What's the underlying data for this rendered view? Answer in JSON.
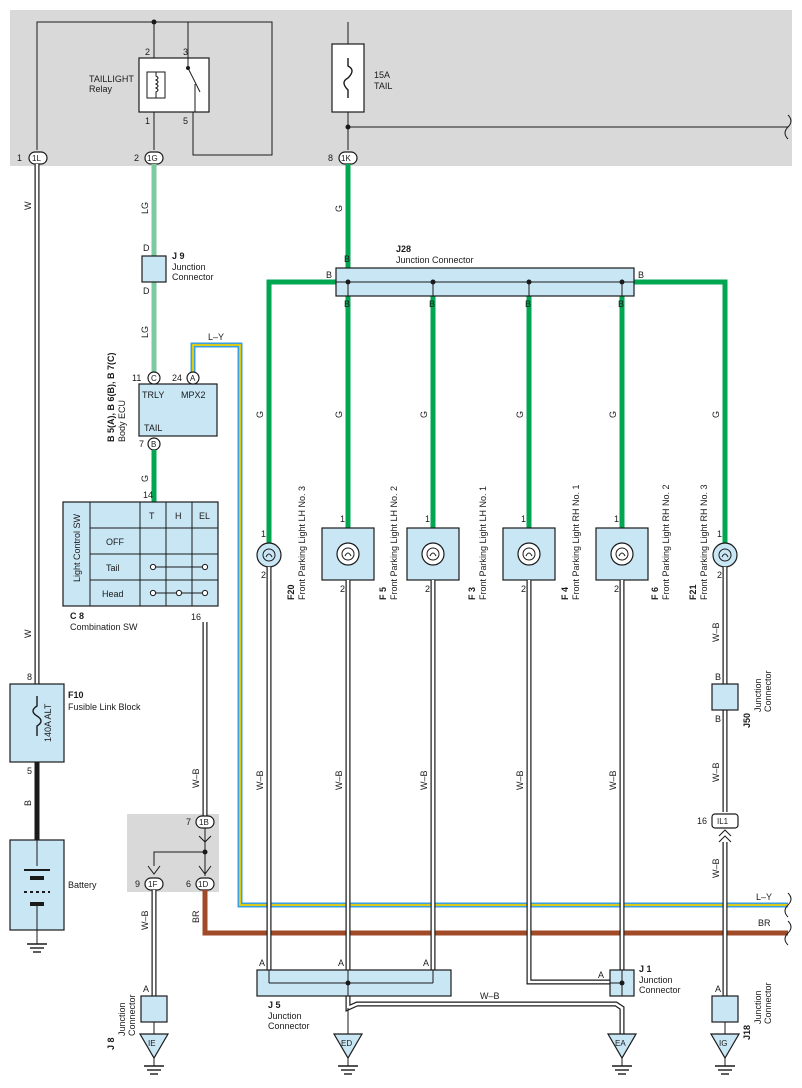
{
  "colors": {
    "green": "#00a650",
    "light_green": "#7ccaa0",
    "brown": "#a04a28",
    "blue": "#3aa0e0",
    "yellow": "#f0d000",
    "component_fill": "#c9e6f5",
    "gray_zone": "#d9d9d9"
  },
  "relay": {
    "label": "TAILLIGHT",
    "label2": "Relay",
    "pins": [
      "2",
      "3",
      "1",
      "5"
    ]
  },
  "fuse_tail": {
    "rating": "15A",
    "name": "TAIL"
  },
  "connectors": {
    "c1l": {
      "pin": "1",
      "code": "1L"
    },
    "c1g": {
      "pin": "2",
      "code": "1G"
    },
    "c1k": {
      "pin": "8",
      "code": "1K"
    },
    "c1b": {
      "pin": "7",
      "code": "1B"
    },
    "c1f": {
      "pin": "9",
      "code": "1F"
    },
    "c1d": {
      "pin": "6",
      "code": "1D"
    },
    "il1": {
      "pin": "16",
      "code": "IL1"
    }
  },
  "wires": {
    "w": "W",
    "lg": "LG",
    "g": "G",
    "b": "B",
    "wb": "W–B",
    "ly": "L–Y",
    "br": "BR"
  },
  "j9": {
    "id": "J 9",
    "line1": "Junction",
    "line2": "Connector",
    "pin": "D"
  },
  "j28": {
    "id": "J28",
    "name": "Junction Connector",
    "pin": "B"
  },
  "ecu": {
    "id": "B 5(A), B 6(B), B 7(C)",
    "name": "Body ECU",
    "pin_trly": "11",
    "code_trly": "C",
    "label_trly": "TRLY",
    "pin_mpx": "24",
    "code_mpx": "A",
    "label_mpx": "MPX2",
    "label_tail": "TAIL",
    "pin_tail": "7",
    "code_tail": "B"
  },
  "light_sw": {
    "title": "Light Control SW",
    "cols": [
      "T",
      "H",
      "EL"
    ],
    "rows": [
      "OFF",
      "Tail",
      "Head"
    ],
    "pin_top": "14",
    "pin_bottom": "16",
    "id": "C 8",
    "name": "Combination SW"
  },
  "fusible": {
    "id": "F10",
    "name": "Fusible Link Block",
    "rating": "140A ALT",
    "pin_top": "8",
    "pin_bottom": "5"
  },
  "battery": {
    "label": "Battery"
  },
  "lamps": [
    {
      "id": "F20",
      "name": "Front Parking Light LH No. 3",
      "pin1": "1",
      "pin2": "2"
    },
    {
      "id": "F 5",
      "name": "Front Parking Light LH No. 2",
      "pin1": "1",
      "pin2": "2"
    },
    {
      "id": "F 3",
      "name": "Front Parking Light LH No. 1",
      "pin1": "1",
      "pin2": "2"
    },
    {
      "id": "F 4",
      "name": "Front Parking Light RH No. 1",
      "pin1": "1",
      "pin2": "2"
    },
    {
      "id": "F 6",
      "name": "Front Parking Light RH No. 2",
      "pin1": "1",
      "pin2": "2"
    },
    {
      "id": "F21",
      "name": "Front Parking Light RH No. 3",
      "pin1": "1",
      "pin2": "2"
    }
  ],
  "j50": {
    "id": "J50",
    "line1": "Junction",
    "line2": "Connector",
    "pin": "B"
  },
  "j5": {
    "id": "J 5",
    "line1": "Junction",
    "line2": "Connector",
    "pin": "A"
  },
  "j1": {
    "id": "J 1",
    "line1": "Junction",
    "line2": "Connector",
    "pin": "A"
  },
  "j8": {
    "id": "J 8",
    "line1": "Junction",
    "line2": "Connector",
    "pin": "A"
  },
  "j18": {
    "id": "J18",
    "line1": "Junction",
    "line2": "Connector",
    "pin": "A"
  },
  "grounds": [
    "IE",
    "ED",
    "EA",
    "IG"
  ]
}
